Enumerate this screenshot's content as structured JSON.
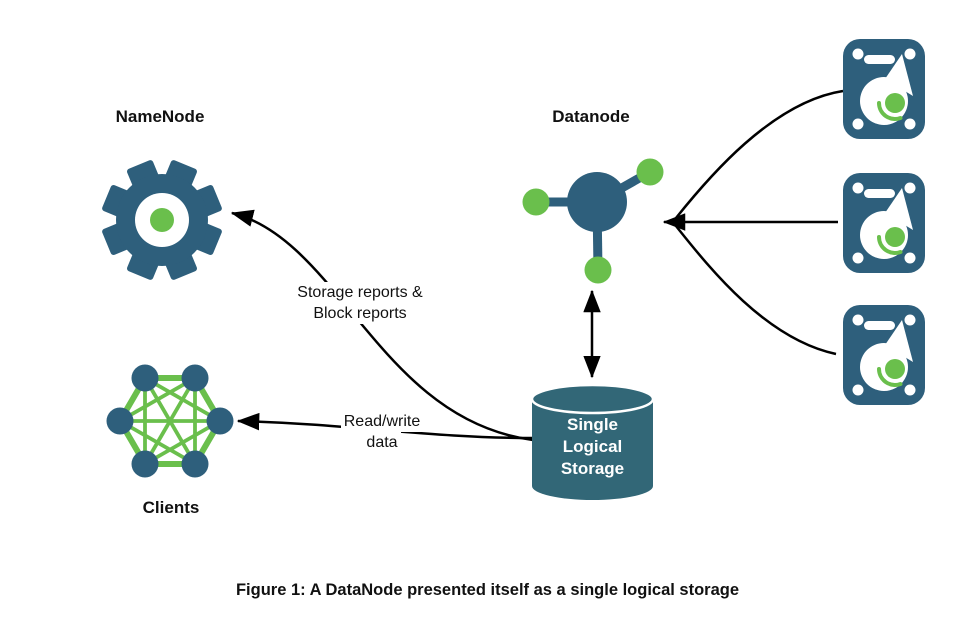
{
  "colors": {
    "teal": "#2E5F7C",
    "cylinder": "#326777",
    "green": "#6ABF4C",
    "line": "#000000",
    "text": "#111111",
    "background": "#FFFFFF"
  },
  "nodes": {
    "namenode": {
      "label": "NameNode",
      "icon": "gear-icon"
    },
    "datanode": {
      "label": "Datanode",
      "icon": "network-hub-icon"
    },
    "clients": {
      "label": "Clients",
      "icon": "mesh-network-icon"
    },
    "storage": {
      "label_line1": "Single",
      "label_line2": "Logical",
      "label_line3": "Storage",
      "icon": "database-cylinder-icon"
    },
    "disks": {
      "icon": "hard-drive-icon",
      "count": 3
    }
  },
  "edges": {
    "storage_to_namenode": {
      "label_line1": "Storage reports &",
      "label_line2": "Block reports",
      "direction": "storage to namenode"
    },
    "storage_to_clients": {
      "label_line1": "Read/write",
      "label_line2": "data",
      "direction": "storage to clients"
    },
    "datanode_storage": {
      "direction": "bidirectional"
    },
    "disks_to_datanode": {
      "direction": "disks to datanode"
    }
  },
  "caption": "Figure 1: A DataNode presented itself as a single logical storage"
}
